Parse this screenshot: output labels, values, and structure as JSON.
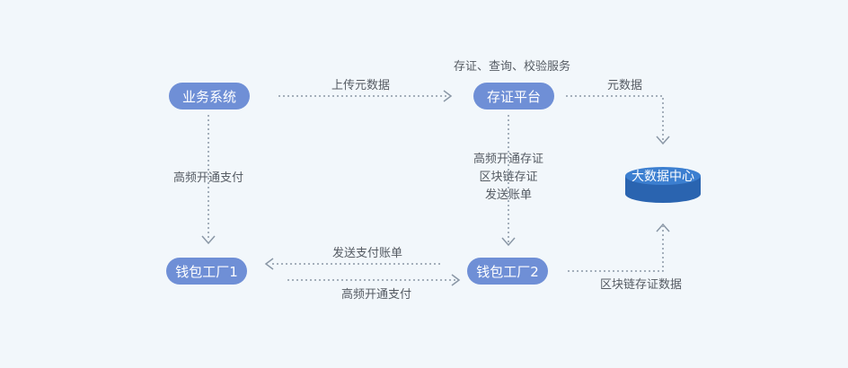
{
  "diagram": {
    "nodes": {
      "business_system": "业务系统",
      "attestation_platform": "存证平台",
      "wallet_factory_1": "钱包工厂1",
      "wallet_factory_2": "钱包工厂2",
      "big_data_center": "大数据中心"
    },
    "labels": {
      "platform_services": "存证、查询、校验服务",
      "upload_metadata": "上传元数据",
      "metadata": "元数据",
      "hf_payment_left": "高频开通支付",
      "hf_attest_line1": "高频开通存证",
      "hf_attest_line2": "区块链存证",
      "hf_attest_line3": "发送账单",
      "send_payment_bill": "发送支付账单",
      "hf_payment_bottom": "高频开通支付",
      "blockchain_data": "区块链存证数据"
    },
    "colors": {
      "node_fill": "#6f8fd6",
      "database_fill": "#2f6fc0",
      "connector": "#8a97a6",
      "background": "#f2f7fb"
    }
  }
}
